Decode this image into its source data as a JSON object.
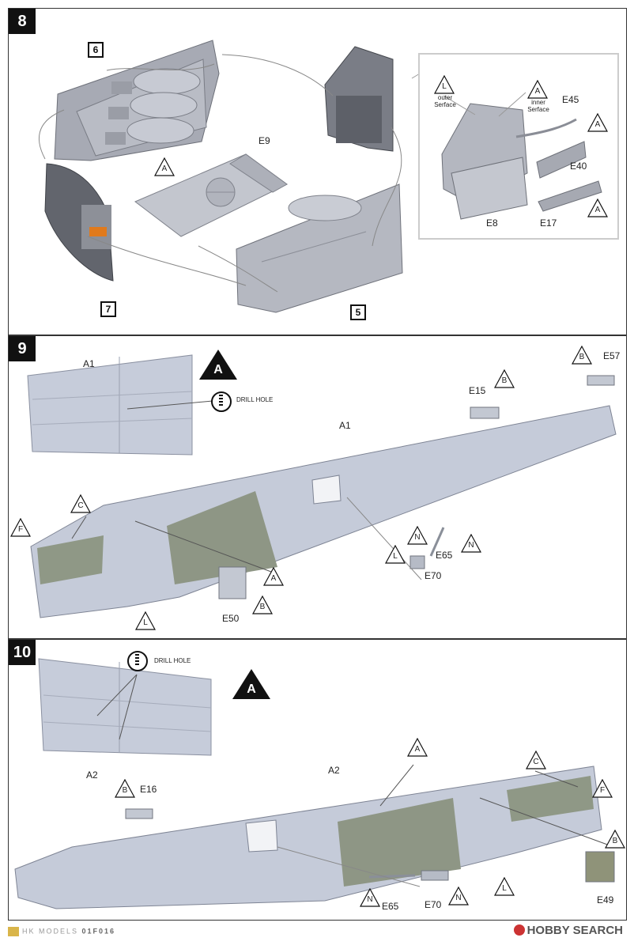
{
  "steps": {
    "s8": {
      "number": "8",
      "refs": [
        "6",
        "7",
        "5"
      ],
      "parts": {
        "e9": "E9",
        "e45": "E45",
        "e40": "E40",
        "e8": "E8",
        "e17": "E17"
      },
      "tri": {
        "a1": "A",
        "a2": "A",
        "a3": "A",
        "a4": "A",
        "l1": "L"
      },
      "notes": {
        "outer": "outer\nSerface",
        "inner": "inner\nSerface"
      }
    },
    "s9": {
      "number": "9",
      "big_marker": "A",
      "drill_label": "DRILL HOLE",
      "parts": {
        "a1_inset": "A1",
        "a1_main": "A1",
        "e15": "E15",
        "e57": "E57",
        "e65": "E65",
        "e70": "E70",
        "e50": "E50"
      },
      "tri": {
        "b1": "B",
        "b2": "B",
        "b3": "B",
        "c": "C",
        "f": "F",
        "a": "A",
        "l1": "L",
        "l2": "L",
        "n1": "N",
        "n2": "N"
      }
    },
    "s10": {
      "number": "10",
      "big_marker": "A",
      "drill_label": "DRILL HOLE",
      "parts": {
        "a2_inset": "A2",
        "a2_main": "A2",
        "e16": "E16",
        "e65": "E65",
        "e70": "E70",
        "e49": "E49"
      },
      "tri": {
        "b1": "B",
        "b2": "B",
        "a": "A",
        "c": "C",
        "f": "F",
        "l": "L",
        "n1": "N",
        "n2": "N"
      }
    }
  },
  "footer": {
    "brand": "HK MODELS",
    "code": "01F016",
    "watermark": "HOBBY SEARCH"
  }
}
